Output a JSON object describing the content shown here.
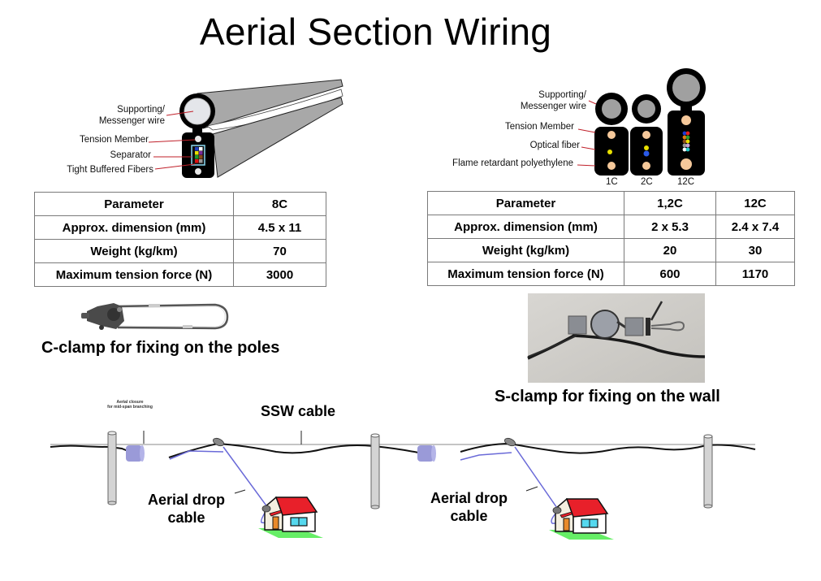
{
  "title": "Aerial Section Wiring",
  "left_cable": {
    "labels": {
      "supporting_wire": [
        "Supporting/",
        "Messenger wire"
      ],
      "tension_member": "Tension Member",
      "separator": "Separator",
      "tight_buffered_fibers": "Tight Buffered Fibers"
    },
    "fiber_colors": [
      "#1f3fbf",
      "#ffffff",
      "#e8e000",
      "#7a2a9a",
      "#1e9a2a",
      "#8a4a1a",
      "#e01010",
      "#999999"
    ]
  },
  "right_cable": {
    "labels": {
      "supporting_wire": [
        "Supporting/",
        "Messenger wire"
      ],
      "tension_member": "Tension Member",
      "optical_fiber": "Optical fiber",
      "flame_retardant": "Flame retardant polyethylene"
    },
    "variants": [
      "1C",
      "2C",
      "12C"
    ],
    "fiber_colors_12c": [
      "#1a3ad8",
      "#e02020",
      "#e07a10",
      "#2a9a2a",
      "#8a4a1a",
      "#e8e000",
      "#999999",
      "#c8a0d8",
      "#ffffff",
      "#20c8c8"
    ]
  },
  "table_left": {
    "headers": [
      "Parameter",
      "8C"
    ],
    "rows": [
      [
        "Approx. dimension (mm)",
        "4.5 x 11"
      ],
      [
        "Weight (kg/km)",
        "70"
      ],
      [
        "Maximum tension force (N)",
        "3000"
      ]
    ]
  },
  "table_right": {
    "headers": [
      "Parameter",
      "1,2C",
      "12C"
    ],
    "rows": [
      [
        "Approx. dimension (mm)",
        "2 x 5.3",
        "2.4 x 7.4"
      ],
      [
        "Weight (kg/km)",
        "20",
        "30"
      ],
      [
        "Maximum tension force (N)",
        "600",
        "1170"
      ]
    ]
  },
  "captions": {
    "c_clamp": "C-clamp for fixing on the poles",
    "s_clamp": "S-clamp for fixing on the wall"
  },
  "diagram": {
    "closure_label": [
      "Aerial closure",
      "for mid-span branching"
    ],
    "ssw_cable": "SSW cable",
    "drop_cable_1": [
      "Aerial drop",
      "cable"
    ],
    "drop_cable_2": [
      "Aerial drop",
      "cable"
    ]
  },
  "colors": {
    "roof": "#e8202a",
    "grass": "#66ee66",
    "window": "#55d8ee",
    "door": "#e88a2a",
    "closure": "#9a9ad8",
    "drop_wire": "#6a6ad8",
    "leader_line": "#c0202a",
    "tension_member_core": "#f5c89a"
  }
}
